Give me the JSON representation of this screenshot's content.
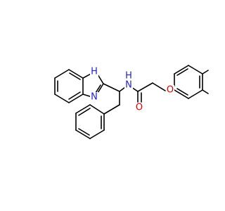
{
  "colors": {
    "carbon": "#000000",
    "nitrogen": "#1f1fd9",
    "oxygen": "#e00000",
    "background": "#ffffff"
  },
  "labels": {
    "nh_imidazole": "H",
    "n_imidazole": "N",
    "nh_amide": "N",
    "h_amide": "H",
    "o_carbonyl_amide": "O",
    "o_ether": "O",
    "o_ring": "O",
    "o_lactone": "O"
  }
}
